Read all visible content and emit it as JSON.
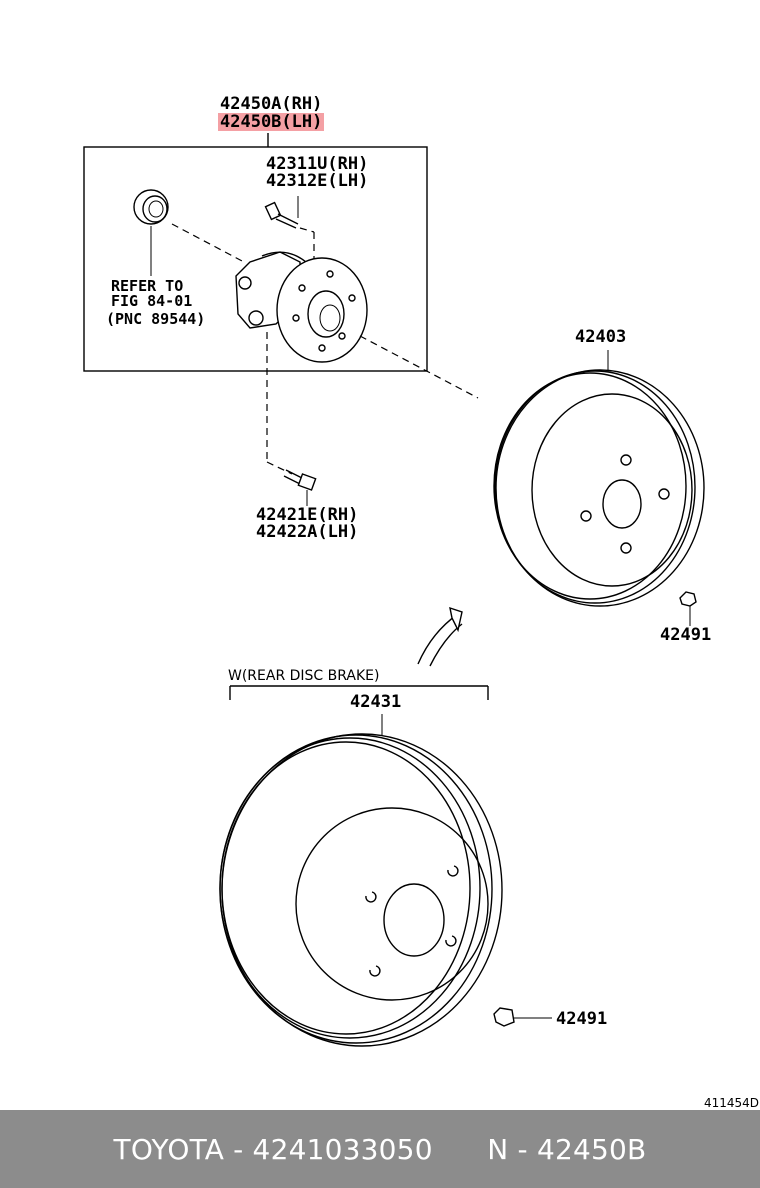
{
  "labels": {
    "hub_rh": "42450A(RH)",
    "hub_lh": "42450B(LH)",
    "bolt_rh": "42311U(RH)",
    "bolt_lh": "42312E(LH)",
    "refer_line1": "REFER TO",
    "refer_line2": "FIG 84-01",
    "refer_line3": "(PNC 89544)",
    "drum": "42403",
    "mount_bolt_rh": "42421E(RH)",
    "mount_bolt_lh": "42422A(LH)",
    "plug_upper": "42491",
    "disc_condition": "W(REAR DISC BRAKE)",
    "disc": "42431",
    "plug_lower": "42491",
    "figure_code": "411454D"
  },
  "highlight_color": "#f4a0a4",
  "footer": {
    "text": "TOYOTA - 4241033050      N - 42450B",
    "background": "#8c8c8c"
  }
}
